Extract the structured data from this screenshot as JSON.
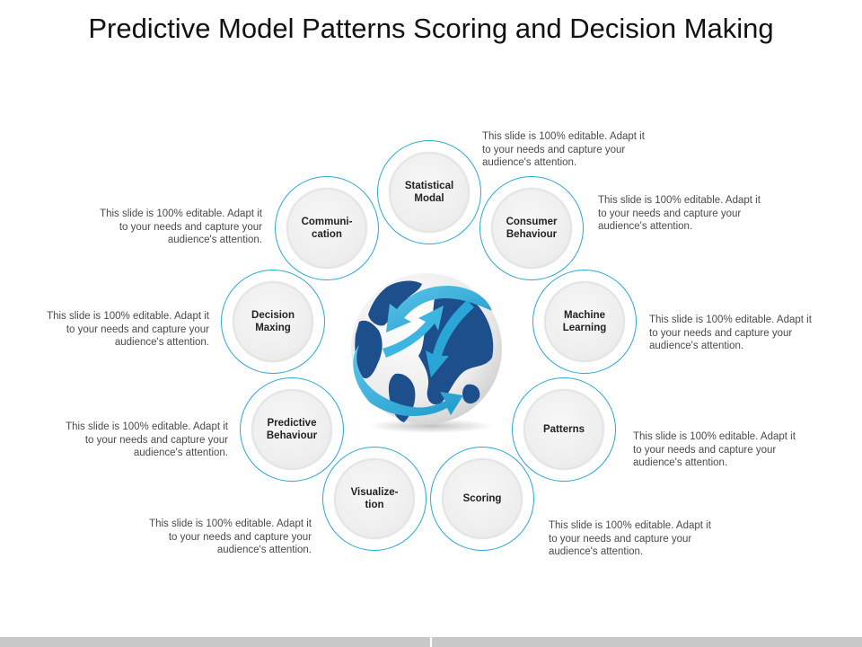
{
  "slide": {
    "title": "Predictive Model Patterns Scoring and Decision Making"
  },
  "colors": {
    "ring": "#29a9d6",
    "arrow": "#29a9d6",
    "globe": "#1d4f8c"
  },
  "nodes": [
    {
      "label": "Statistical\nModal"
    },
    {
      "label": "Consumer\nBehaviour"
    },
    {
      "label": "Machine\nLearning"
    },
    {
      "label": "Patterns"
    },
    {
      "label": "Scoring"
    },
    {
      "label": "Visualize-\ntion"
    },
    {
      "label": "Predictive\nBehaviour"
    },
    {
      "label": "Decision\nMaxing"
    },
    {
      "label": "Communi-\ncation"
    }
  ],
  "descriptions": [
    {
      "text": "This slide is 100% editable. Adapt it to your needs and capture your audience's attention."
    },
    {
      "text": "This slide is 100% editable. Adapt it to your needs and capture your audience's attention."
    },
    {
      "text": "This slide is 100% editable. Adapt it to your needs and capture your audience's attention."
    },
    {
      "text": "This slide is 100% editable. Adapt it to your needs and capture your audience's attention."
    },
    {
      "text": "This slide is 100% editable. Adapt it to your needs and capture your audience's attention."
    },
    {
      "text": "This slide is 100% editable. Adapt it to your needs and capture your audience's attention."
    },
    {
      "text": "This slide is 100% editable. Adapt it to your needs and capture your audience's attention."
    },
    {
      "text": "This slide is 100% editable. Adapt it to your needs and capture your audience's attention."
    },
    {
      "text": "This slide is 100% editable. Adapt it to your needs and capture your audience's attention."
    }
  ]
}
